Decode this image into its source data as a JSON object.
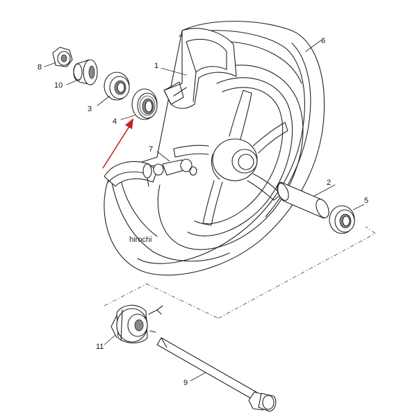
{
  "diagram": {
    "parts": [
      {
        "number": "1"
      },
      {
        "number": "2"
      },
      {
        "number": "3"
      },
      {
        "number": "4"
      },
      {
        "number": "5"
      },
      {
        "number": "6"
      },
      {
        "number": "7"
      },
      {
        "number": "8"
      },
      {
        "number": "9"
      },
      {
        "number": "10"
      },
      {
        "number": "11"
      }
    ],
    "watermark": "hirochi",
    "highlight_arrow_color": "#cc1f1f"
  }
}
